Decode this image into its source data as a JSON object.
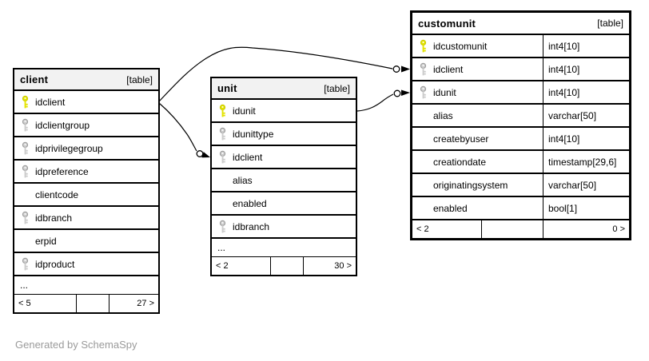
{
  "note": "Generated by SchemaSpy",
  "colors": {
    "pk_key": "#e3e300",
    "pk_key_stroke": "#c8c800",
    "fk_key": "#cccccc",
    "fk_key_stroke": "#999999",
    "header_bg": "#f2f2f2",
    "focus_header_bg": "#ffffff",
    "table_border": "#000000",
    "note_text": "#9a9a9a"
  },
  "tables": {
    "client": {
      "name": "client",
      "tag": "[table]",
      "columns": [
        {
          "name": "idclient",
          "key": "pk"
        },
        {
          "name": "idclientgroup",
          "key": "fk"
        },
        {
          "name": "idprivilegegroup",
          "key": "fk"
        },
        {
          "name": "idpreference",
          "key": "fk"
        },
        {
          "name": "clientcode",
          "key": "none"
        },
        {
          "name": "idbranch",
          "key": "fk"
        },
        {
          "name": "erpid",
          "key": "none"
        },
        {
          "name": "idproduct",
          "key": "fk"
        }
      ],
      "ellipsis": "...",
      "footer": {
        "left": "< 5",
        "right": "27 >"
      }
    },
    "unit": {
      "name": "unit",
      "tag": "[table]",
      "columns": [
        {
          "name": "idunit",
          "key": "pk"
        },
        {
          "name": "idunittype",
          "key": "fk"
        },
        {
          "name": "idclient",
          "key": "fk"
        },
        {
          "name": "alias",
          "key": "none"
        },
        {
          "name": "enabled",
          "key": "none"
        },
        {
          "name": "idbranch",
          "key": "fk"
        }
      ],
      "ellipsis": "...",
      "footer": {
        "left": "< 2",
        "right": "30 >"
      }
    },
    "customunit": {
      "name": "customunit",
      "tag": "[table]",
      "columns": [
        {
          "name": "idcustomunit",
          "type": "int4[10]",
          "key": "pk"
        },
        {
          "name": "idclient",
          "type": "int4[10]",
          "key": "fk"
        },
        {
          "name": "idunit",
          "type": "int4[10]",
          "key": "fk"
        },
        {
          "name": "alias",
          "type": "varchar[50]",
          "key": "none"
        },
        {
          "name": "createbyuser",
          "type": "int4[10]",
          "key": "none"
        },
        {
          "name": "creationdate",
          "type": "timestamp[29,6]",
          "key": "none"
        },
        {
          "name": "originatingsystem",
          "type": "varchar[50]",
          "key": "none"
        },
        {
          "name": "enabled",
          "type": "bool[1]",
          "key": "none"
        }
      ],
      "footer": {
        "left": "< 2",
        "right": "0 >"
      }
    }
  },
  "edges": [
    {
      "from": "client.idclient",
      "to": "unit.idclient"
    },
    {
      "from": "client.idclient",
      "to": "customunit.idclient"
    },
    {
      "from": "unit.idunit",
      "to": "customunit.idunit"
    }
  ]
}
